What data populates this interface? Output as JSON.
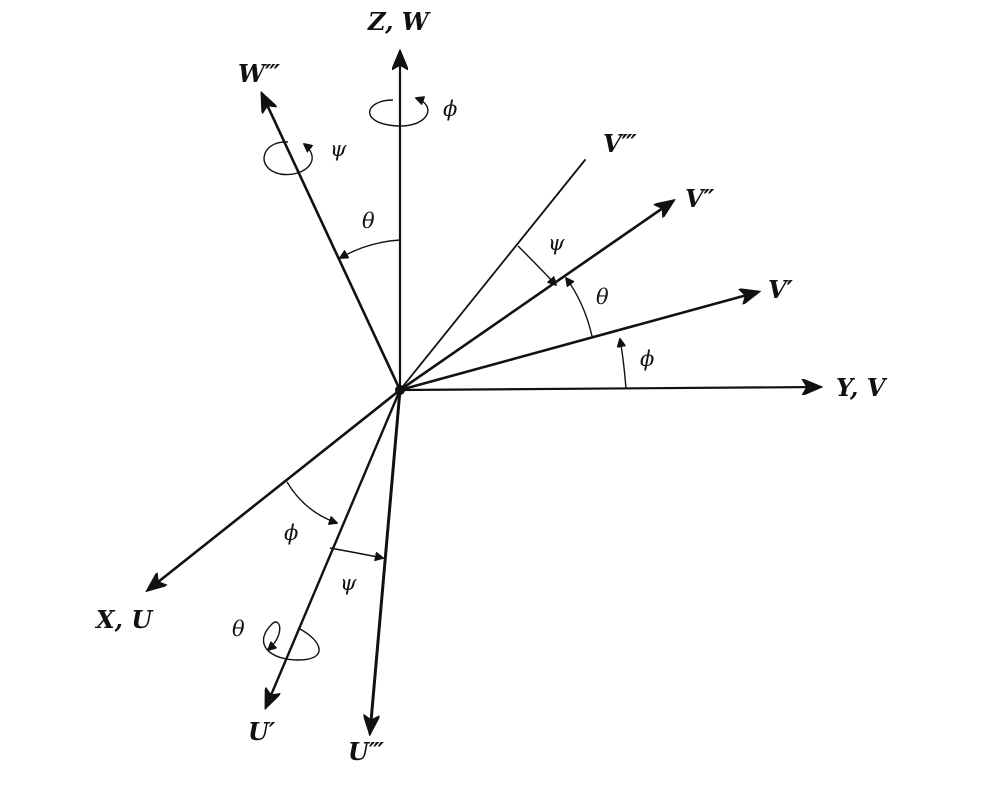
{
  "diagram": {
    "axes": {
      "z_w": "Z, W",
      "w3": "W‴",
      "v3": "V‴",
      "v2": "V″",
      "v1": "V′",
      "y_v": "Y, V",
      "x_u": "X, U",
      "u1": "U′",
      "u3": "U‴"
    },
    "angles": {
      "phi_rotation_z": "ϕ",
      "psi_rotation_w3": "ψ",
      "theta_w3_z": "θ",
      "psi_v3_v2": "ψ",
      "theta_v2_v1": "θ",
      "phi_v1_y": "ϕ",
      "phi_x_u1": "ϕ",
      "psi_u1_u3": "ψ",
      "theta_rotation_u1": "θ"
    }
  }
}
